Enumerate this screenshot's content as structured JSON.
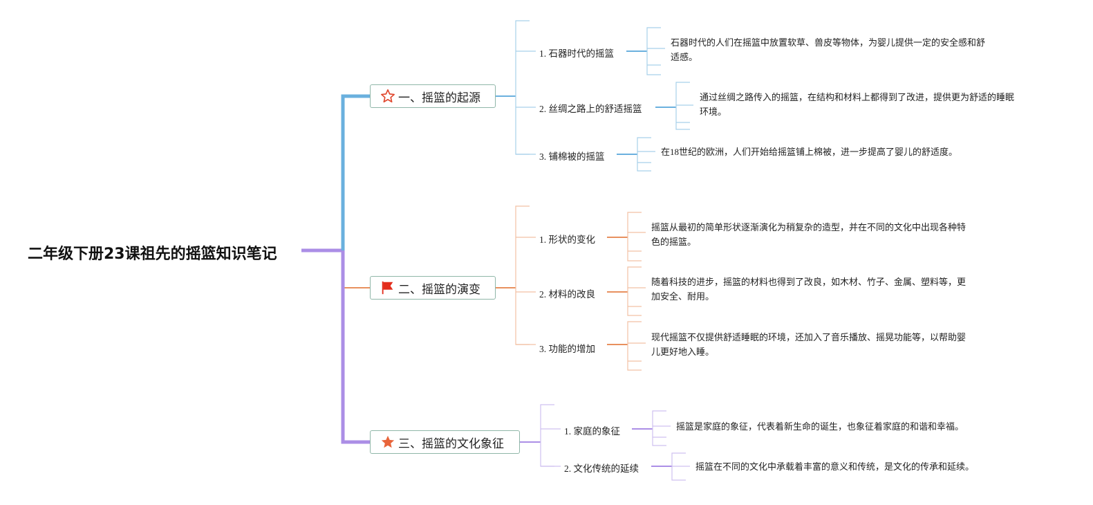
{
  "title": "二年级下册23课祖先的摇篮知识笔记",
  "colors": {
    "blue": "#6ab0de",
    "orange": "#e8905e",
    "purple": "#ab8ee6",
    "box_border": "#8fb6a8",
    "star_red": "#e0472d",
    "flag_red": "#e32d1c",
    "star_orange": "#e8643a"
  },
  "sections": [
    {
      "label": "一、摇篮的起源",
      "icon": "star-outline-icon",
      "items": [
        {
          "label": "1. 石器时代的摇篮",
          "desc": [
            "石器时代的人们在摇篮中放置软草、兽皮等物体，为婴儿提供一定的安全感和舒",
            "适感。"
          ]
        },
        {
          "label": "2. 丝绸之路上的舒适摇篮",
          "desc": [
            "通过丝绸之路传入的摇篮，在结构和材料上都得到了改进，提供更为舒适的睡眠",
            "环境。"
          ]
        },
        {
          "label": "3. 铺棉被的摇篮",
          "desc": [
            "在18世纪的欧洲，人们开始给摇篮铺上棉被，进一步提高了婴儿的舒适度。"
          ]
        }
      ]
    },
    {
      "label": "二、摇篮的演变",
      "icon": "red-flag-icon",
      "items": [
        {
          "label": "1. 形状的变化",
          "desc": [
            "摇篮从最初的简单形状逐渐演化为稍复杂的造型，并在不同的文化中出现各种特",
            "色的摇篮。"
          ]
        },
        {
          "label": "2. 材料的改良",
          "desc": [
            "随着科技的进步，摇篮的材料也得到了改良，如木材、竹子、金属、塑料等，更",
            "加安全、耐用。"
          ]
        },
        {
          "label": "3. 功能的增加",
          "desc": [
            "现代摇篮不仅提供舒适睡眠的环境，还加入了音乐播放、摇晃功能等，以帮助婴",
            "儿更好地入睡。"
          ]
        }
      ]
    },
    {
      "label": "三、摇篮的文化象征",
      "icon": "star-filled-icon",
      "items": [
        {
          "label": "1. 家庭的象征",
          "desc": [
            "摇篮是家庭的象征，代表着新生命的诞生，也象征着家庭的和谐和幸福。"
          ]
        },
        {
          "label": "2. 文化传统的延续",
          "desc": [
            "摇篮在不同的文化中承载着丰富的意义和传统，是文化的传承和延续。"
          ]
        }
      ]
    }
  ]
}
